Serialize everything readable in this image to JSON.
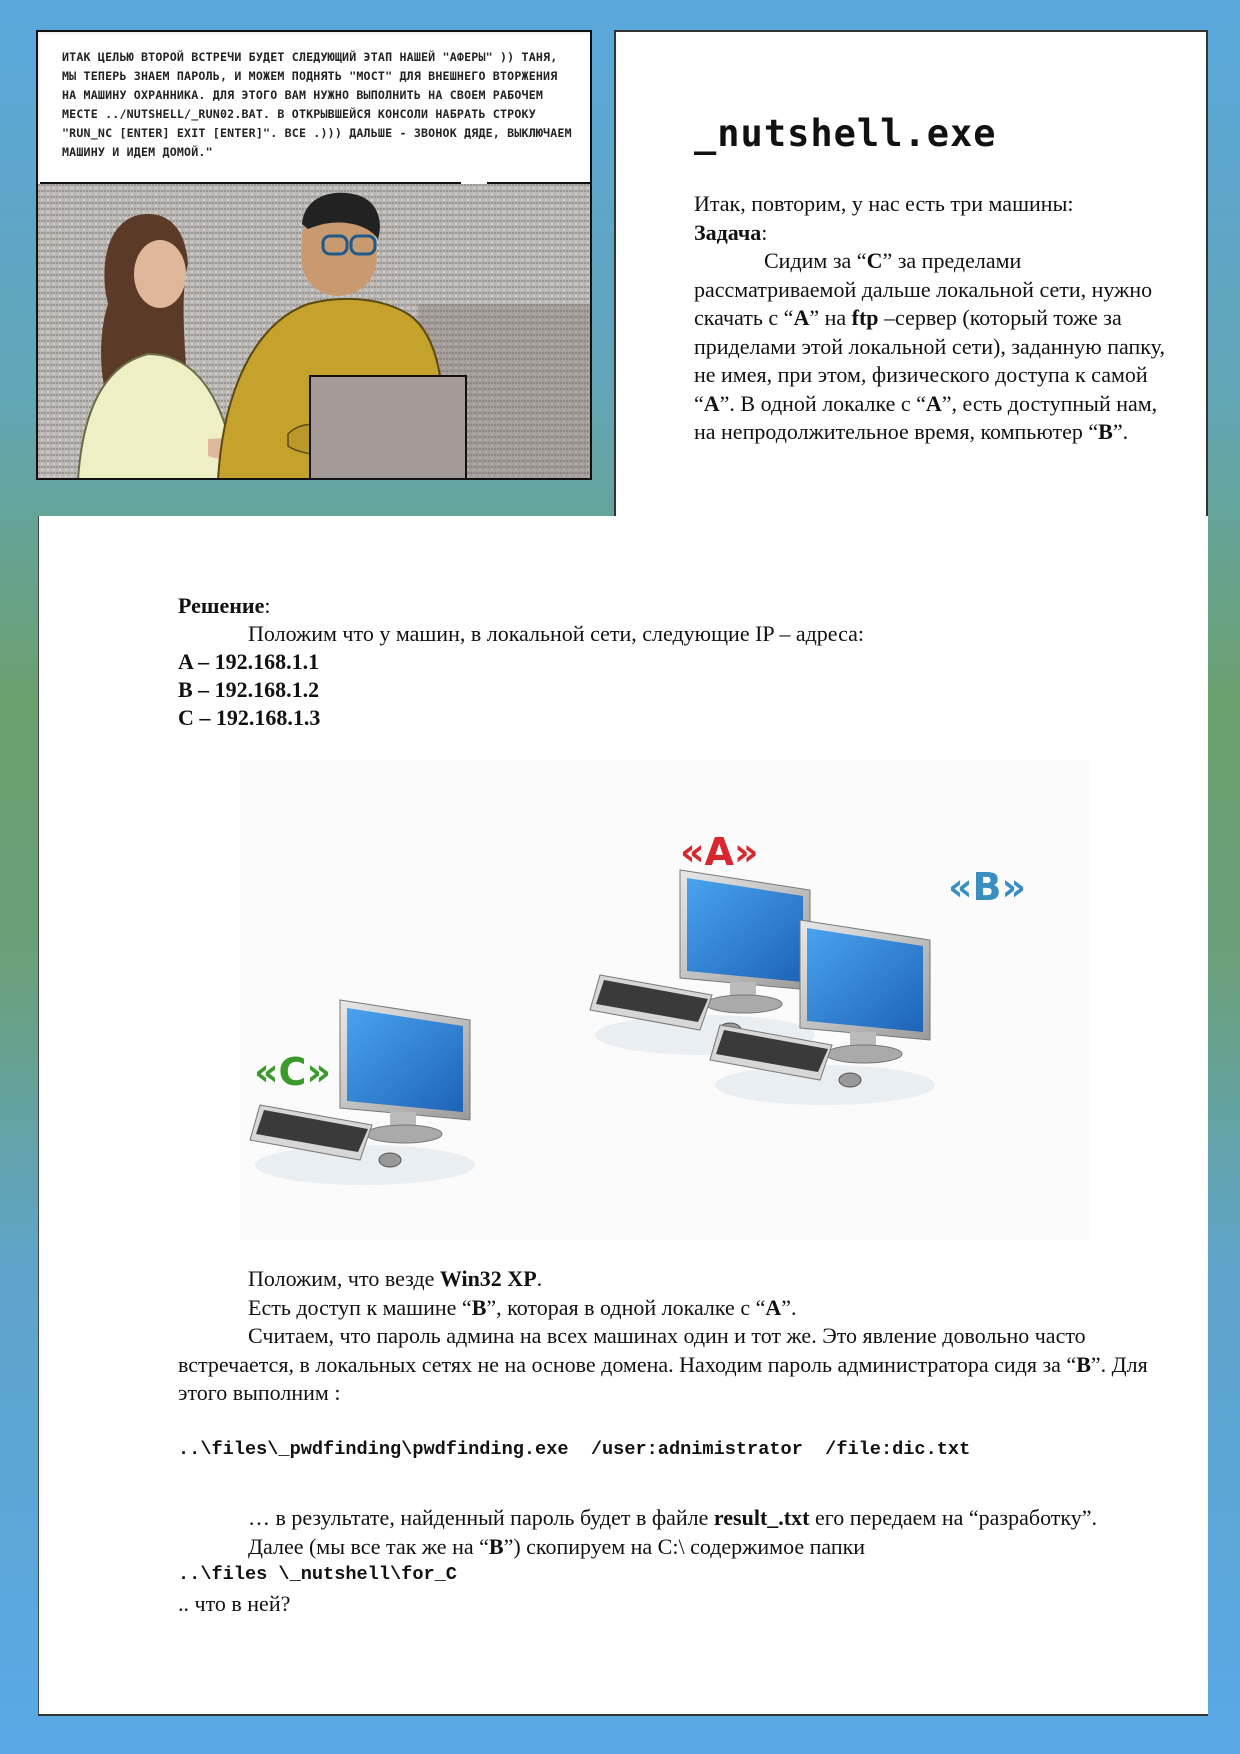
{
  "comic": {
    "speech": "Итак целью второй встречи будет следующий этап нашей \"аферы\" )) Таня, мы теперь знаем пароль, и можем поднять \"мост\" для внешнего вторжения на машину охранника. Для этого вам нужно выполнить на своем рабочем месте ../nutshell/_run02.bat. В открывшейся консоли набрать строку \"run_nc [enter] exit [enter]\". Все .))) Дальше - звонок дяде, выключаем машину и идем домой.\""
  },
  "title": "_nutshell.exe",
  "task": {
    "intro": "Итак, повторим, у нас есть три машины:",
    "label": "Задача",
    "t1": "Сидим за “",
    "c": "C",
    "t2": "” за пределами рассматриваемой дальше локальной сети, нужно скачать с “",
    "a1": "A",
    "t3": "” на ",
    "ftp": "ftp",
    "t4": " –сервер (который тоже за приделами этой локальной сети), заданную папку, не имея, при этом, физического доступа к самой “",
    "a2": "A",
    "t5": "”. В одной локалке с “",
    "a3": "A",
    "t6": "”, есть доступный нам, на непродолжительное время, компьютер “",
    "b": "B",
    "t7": "”."
  },
  "solution": {
    "label": "Решение",
    "intro": "Положим что у машин, в локальной сети, следующие IP – адреса:",
    "ips": [
      "A – 192.168.1.1",
      "B – 192.168.1.2",
      "C – 192.168.1.3"
    ]
  },
  "diagram": {
    "label_a": "«A»",
    "label_b": "«B»",
    "label_c": "«C»",
    "color_a": "#d6282e",
    "color_b": "#3a8fc0",
    "color_c": "#3a9a2a"
  },
  "body": {
    "p1a": "Положим, что везде ",
    "p1b": "Win32 XP",
    "p1c": ".",
    "p2a": "Есть доступ к машине “",
    "p2b": "B",
    "p2c": "”, которая в одной локалке с “",
    "p2d": "A",
    "p2e": "”.",
    "p3a": "Считаем, что пароль админа на всех машинах один и тот же. Это явление довольно часто встречается, в локальных сетях не на основе домена. Находим пароль администратора сидя за “",
    "p3b": "B",
    "p3c": "”. Для этого выполним :",
    "cmd": "..\\files\\_pwdfinding\\pwdfinding.exe  /user:adnimistrator  /file:dic.txt",
    "p4a": "… в результате, найденный пароль будет в файле ",
    "p4b": "result_.txt",
    "p4c": " его передаем на “разработку”.",
    "p5a": "Далее (мы все так же на “",
    "p5b": "B",
    "p5c": "”) скопируем на C:\\ содержимое папки",
    "folder": "..\\files \\_nutshell\\for_C",
    "p6": ".. что в ней?"
  }
}
